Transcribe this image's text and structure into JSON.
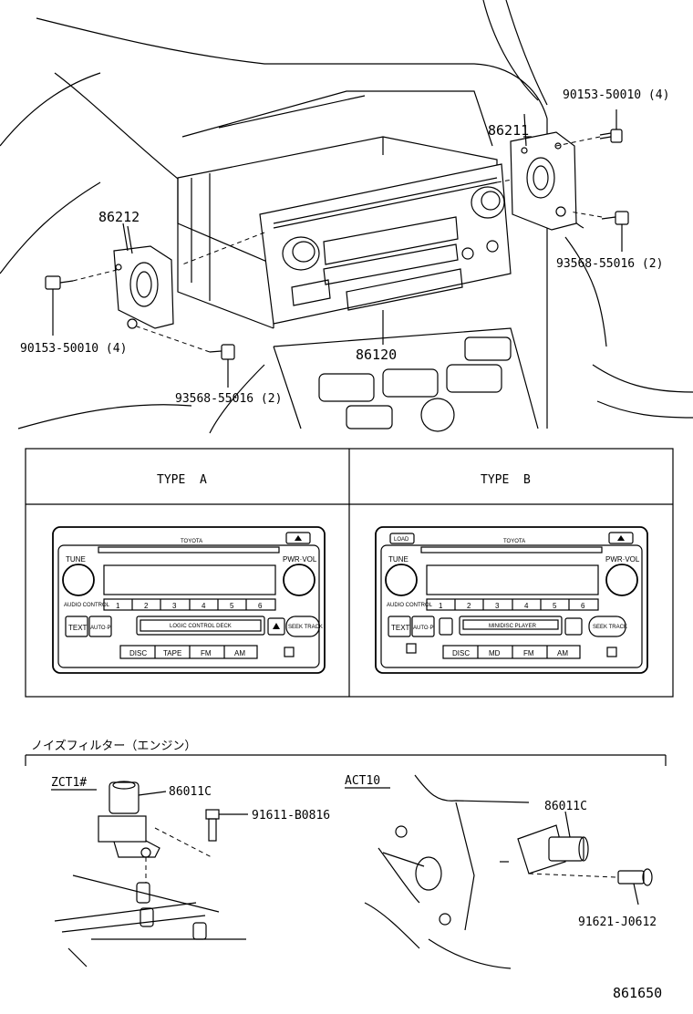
{
  "parts": {
    "p86211": "86211",
    "p86212": "86212",
    "p86120": "86120",
    "bolt_right_top": "90153-50010 (4)",
    "bolt_right_mid": "93568-55016 (2)",
    "bolt_left": "90153-50010 (4)",
    "bolt_left_bottom": "93568-55016 (2)"
  },
  "types": {
    "type_a": "TYPE  A",
    "type_b": "TYPE  B"
  },
  "panel_a": {
    "brand": "TOYOTA",
    "tune": "TUNE",
    "pwr_vol": "PWR·VOL",
    "audio_control": "AUDIO CONTROL",
    "presets": [
      "1",
      "2",
      "3",
      "4",
      "5",
      "6"
    ],
    "text_btn": "TEXT",
    "auto_btn": "AUTO·P",
    "slot_label": "LOGIC CONTROL DECK",
    "seek": "SEEK TRACK",
    "bottom": [
      "DISC",
      "TAPE",
      "FM",
      "AM"
    ]
  },
  "panel_b": {
    "load": "LOAD",
    "brand": "TOYOTA",
    "tune": "TUNE",
    "pwr_vol": "PWR·VOL",
    "audio_control": "AUDIO CONTROL",
    "presets": [
      "1",
      "2",
      "3",
      "4",
      "5",
      "6"
    ],
    "text_btn": "TEXT",
    "auto_btn": "AUTO·P",
    "slot_label": "MINIDISC PLAYER",
    "seek": "SEEK TRACK",
    "bottom": [
      "DISC",
      "MD",
      "FM",
      "AM"
    ]
  },
  "noise_filter": {
    "title": "ノイズフィルター（エンジン）",
    "zct": "ZCT1#",
    "act": "ACT10",
    "part_left": "86011C",
    "bolt_left": "91611-B0816",
    "part_right": "86011C",
    "bolt_right": "91621-J0612"
  },
  "diagram_id": "861650"
}
